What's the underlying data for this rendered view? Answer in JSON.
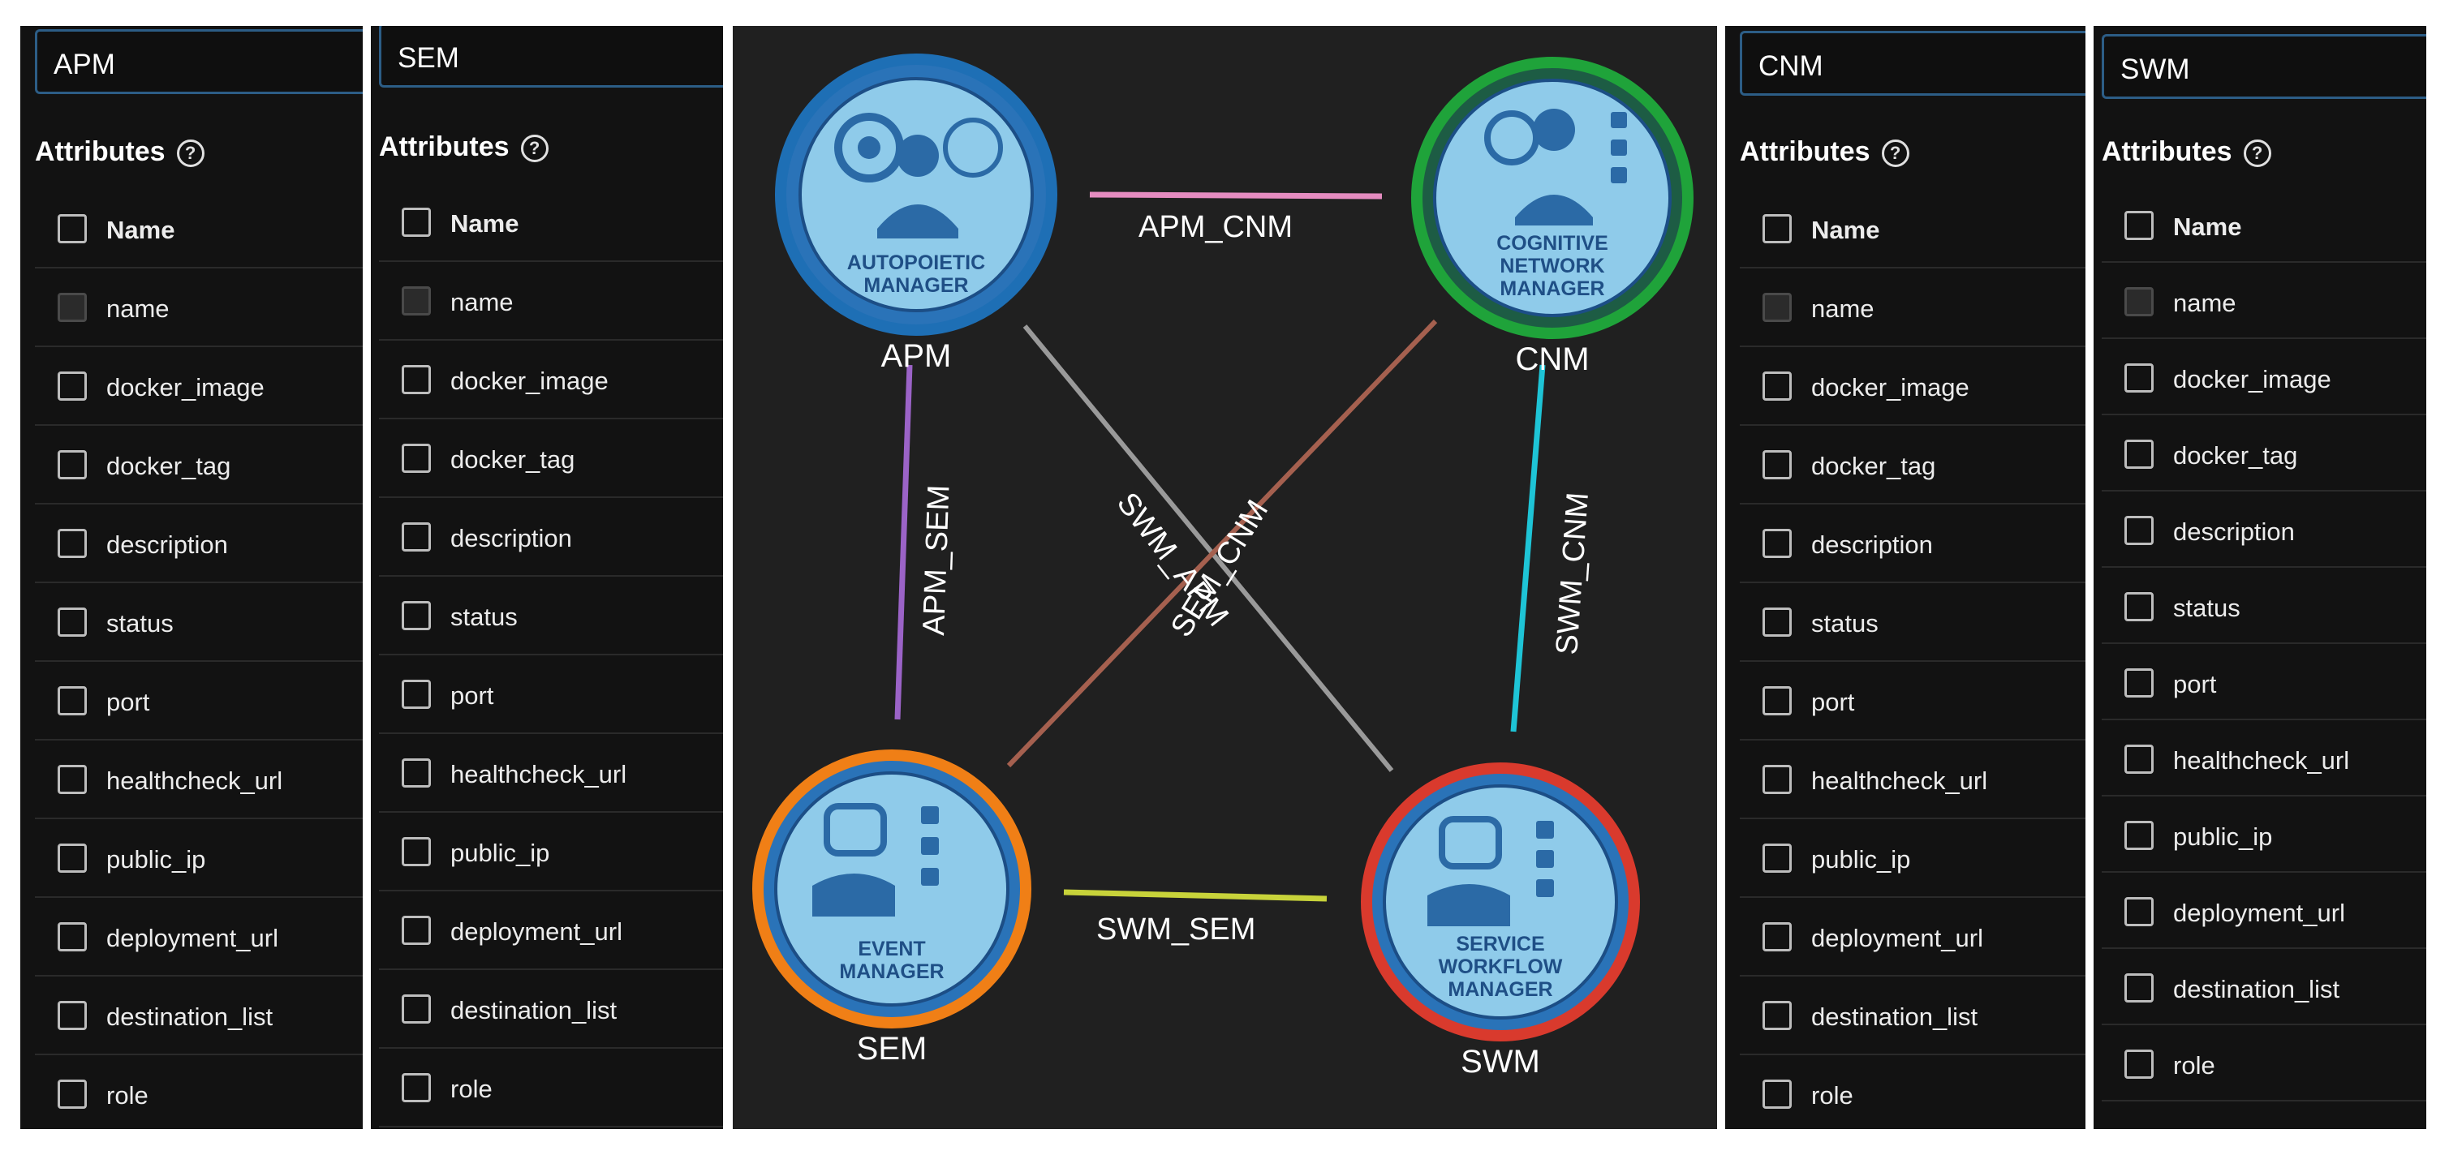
{
  "panels": [
    {
      "search_value": "APM"
    },
    {
      "search_value": "SEM"
    },
    {
      "search_value": "CNM"
    },
    {
      "search_value": "SWM"
    }
  ],
  "attributes": {
    "header": "Attributes",
    "help_glyph": "?",
    "column_header": "Name",
    "items": [
      "name",
      "docker_image",
      "docker_tag",
      "description",
      "status",
      "port",
      "healthcheck_url",
      "public_ip",
      "deployment_url",
      "destination_list",
      "role"
    ]
  },
  "graph": {
    "nodes": [
      {
        "id": "APM",
        "name": "APM",
        "label_lines": [
          "AUTOPOIETIC",
          "MANAGER"
        ],
        "ring_color": "#1e6fb5"
      },
      {
        "id": "CNM",
        "name": "CNM",
        "label_lines": [
          "COGNITIVE",
          "NETWORK",
          "MANAGER"
        ],
        "ring_color": "#1fa33a"
      },
      {
        "id": "SEM",
        "name": "SEM",
        "label_lines": [
          "EVENT",
          "MANAGER"
        ],
        "ring_color": "#f07f16"
      },
      {
        "id": "SWM",
        "name": "SWM",
        "label_lines": [
          "SERVICE",
          "WORKFLOW",
          "MANAGER"
        ],
        "ring_color": "#d93a2d"
      }
    ],
    "edges": [
      {
        "label": "APM_CNM",
        "color": "#e58cc0"
      },
      {
        "label": "APM_SEM",
        "color": "#9b63c7"
      },
      {
        "label": "SWM_CNM",
        "color": "#1ec4d6"
      },
      {
        "label": "SWM_SEM",
        "color": "#c8d33a"
      },
      {
        "label": "SWM_APM",
        "color": "#9a9a9a"
      },
      {
        "label": "SEM_CNM",
        "color": "#a5604f"
      }
    ]
  }
}
